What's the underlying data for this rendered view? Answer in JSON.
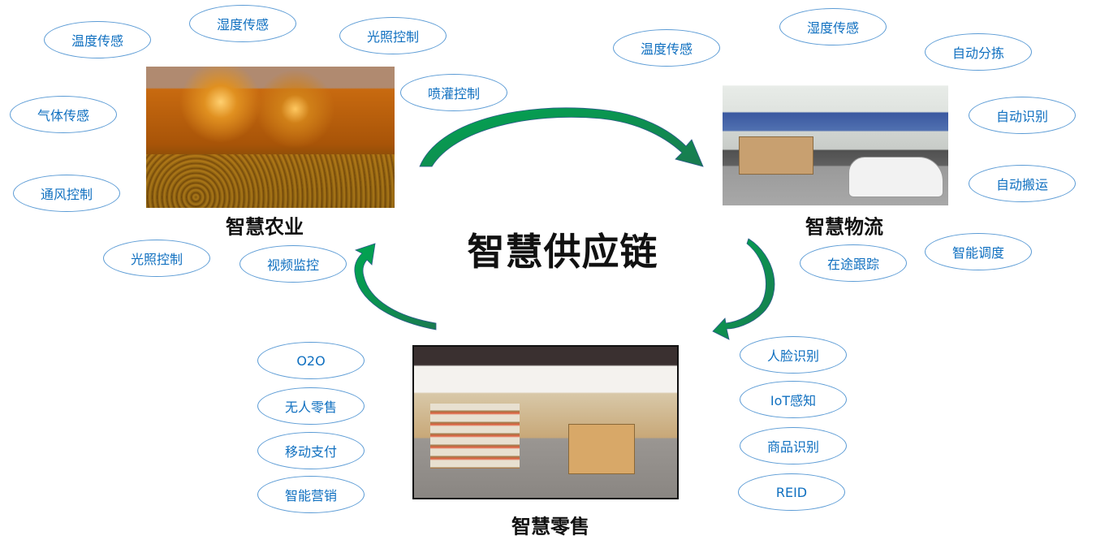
{
  "center_title": "智慧供应链",
  "agriculture": {
    "title": "智慧农业",
    "tags": [
      "温度传感",
      "湿度传感",
      "光照控制",
      "喷灌控制",
      "气体传感",
      "通风控制",
      "光照控制",
      "视频监控"
    ]
  },
  "logistics": {
    "title": "智慧物流",
    "tags": [
      "温度传感",
      "湿度传感",
      "自动分拣",
      "自动识别",
      "自动搬运",
      "智能调度",
      "在途跟踪"
    ]
  },
  "retail": {
    "title": "智慧零售",
    "left_tags": [
      "O2O",
      "无人零售",
      "移动支付",
      "智能营销"
    ],
    "right_tags": [
      "人脸识别",
      "IoT感知",
      "商品识别",
      "REID"
    ]
  },
  "colors": {
    "arrow": "#00a651",
    "tag_border": "#5b9bd5",
    "tag_text": "#1070c0"
  }
}
